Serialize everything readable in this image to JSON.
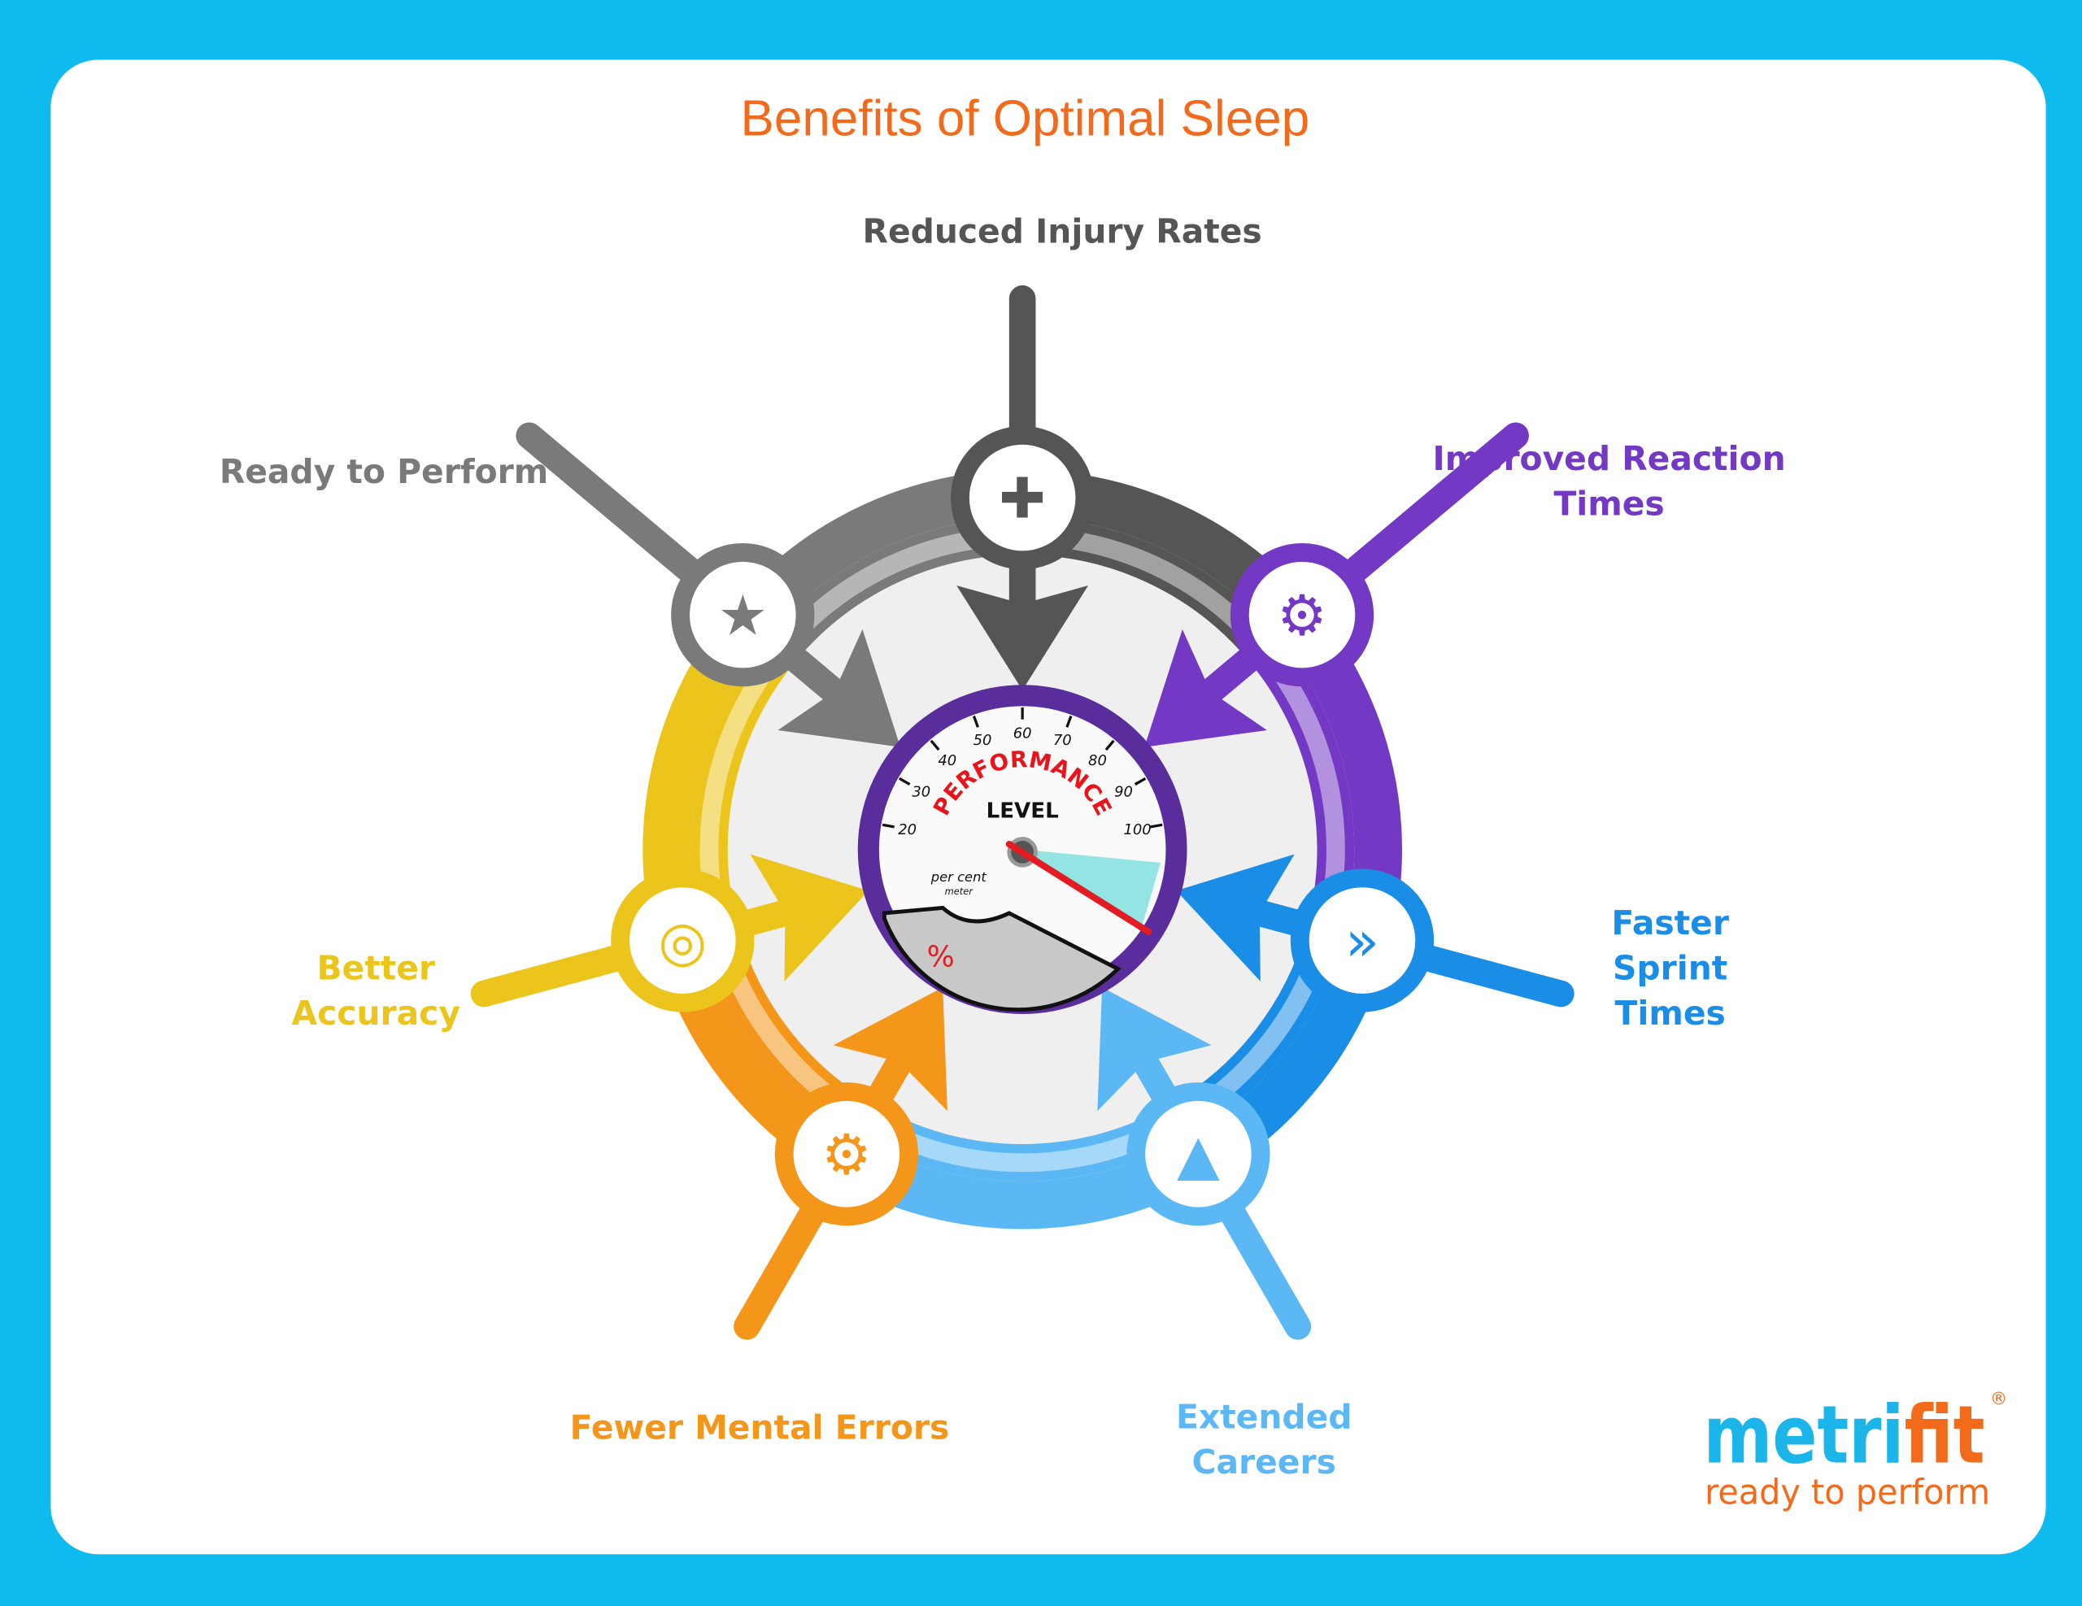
{
  "title": "Benefits of Optimal Sleep",
  "colors": {
    "background": "#0fbbee",
    "title": "#f26a1b",
    "panel": "#ffffff"
  },
  "center": {
    "word1": "PERFORMANCE",
    "word2": "LEVEL",
    "unit": "per cent",
    "unit_sub": "meter",
    "ticks": [
      "20",
      "30",
      "40",
      "50",
      "60",
      "70",
      "80",
      "90",
      "100"
    ],
    "ring_color": "#5a2d9c"
  },
  "benefits": [
    {
      "label_lines": [
        "Reduced Injury Rates"
      ],
      "color": "#555555",
      "icon": "medical-report-icon"
    },
    {
      "label_lines": [
        "Improved Reaction",
        "Times"
      ],
      "color": "#7339c4",
      "icon": "gears-icon"
    },
    {
      "label_lines": [
        "Faster",
        "Sprint",
        "Times"
      ],
      "color": "#1a8de6",
      "icon": "sprinter-icon"
    },
    {
      "label_lines": [
        "Extended",
        "Careers"
      ],
      "color": "#5cb8f5",
      "icon": "growth-chart-icon"
    },
    {
      "label_lines": [
        "Fewer Mental Errors"
      ],
      "color": "#f3961a",
      "icon": "brain-gears-icon"
    },
    {
      "label_lines": [
        "Better",
        "Accuracy"
      ],
      "color": "#ecc51c",
      "icon": "target-icon"
    },
    {
      "label_lines": [
        "Ready to Perform"
      ],
      "color": "#7a7a7a",
      "icon": "podium-icon"
    }
  ],
  "logo": {
    "part1": "metri",
    "part2": "fit",
    "reg": "®",
    "tagline": "ready to perform",
    "color1": "#1cb5ea",
    "color2": "#f26a1b"
  }
}
